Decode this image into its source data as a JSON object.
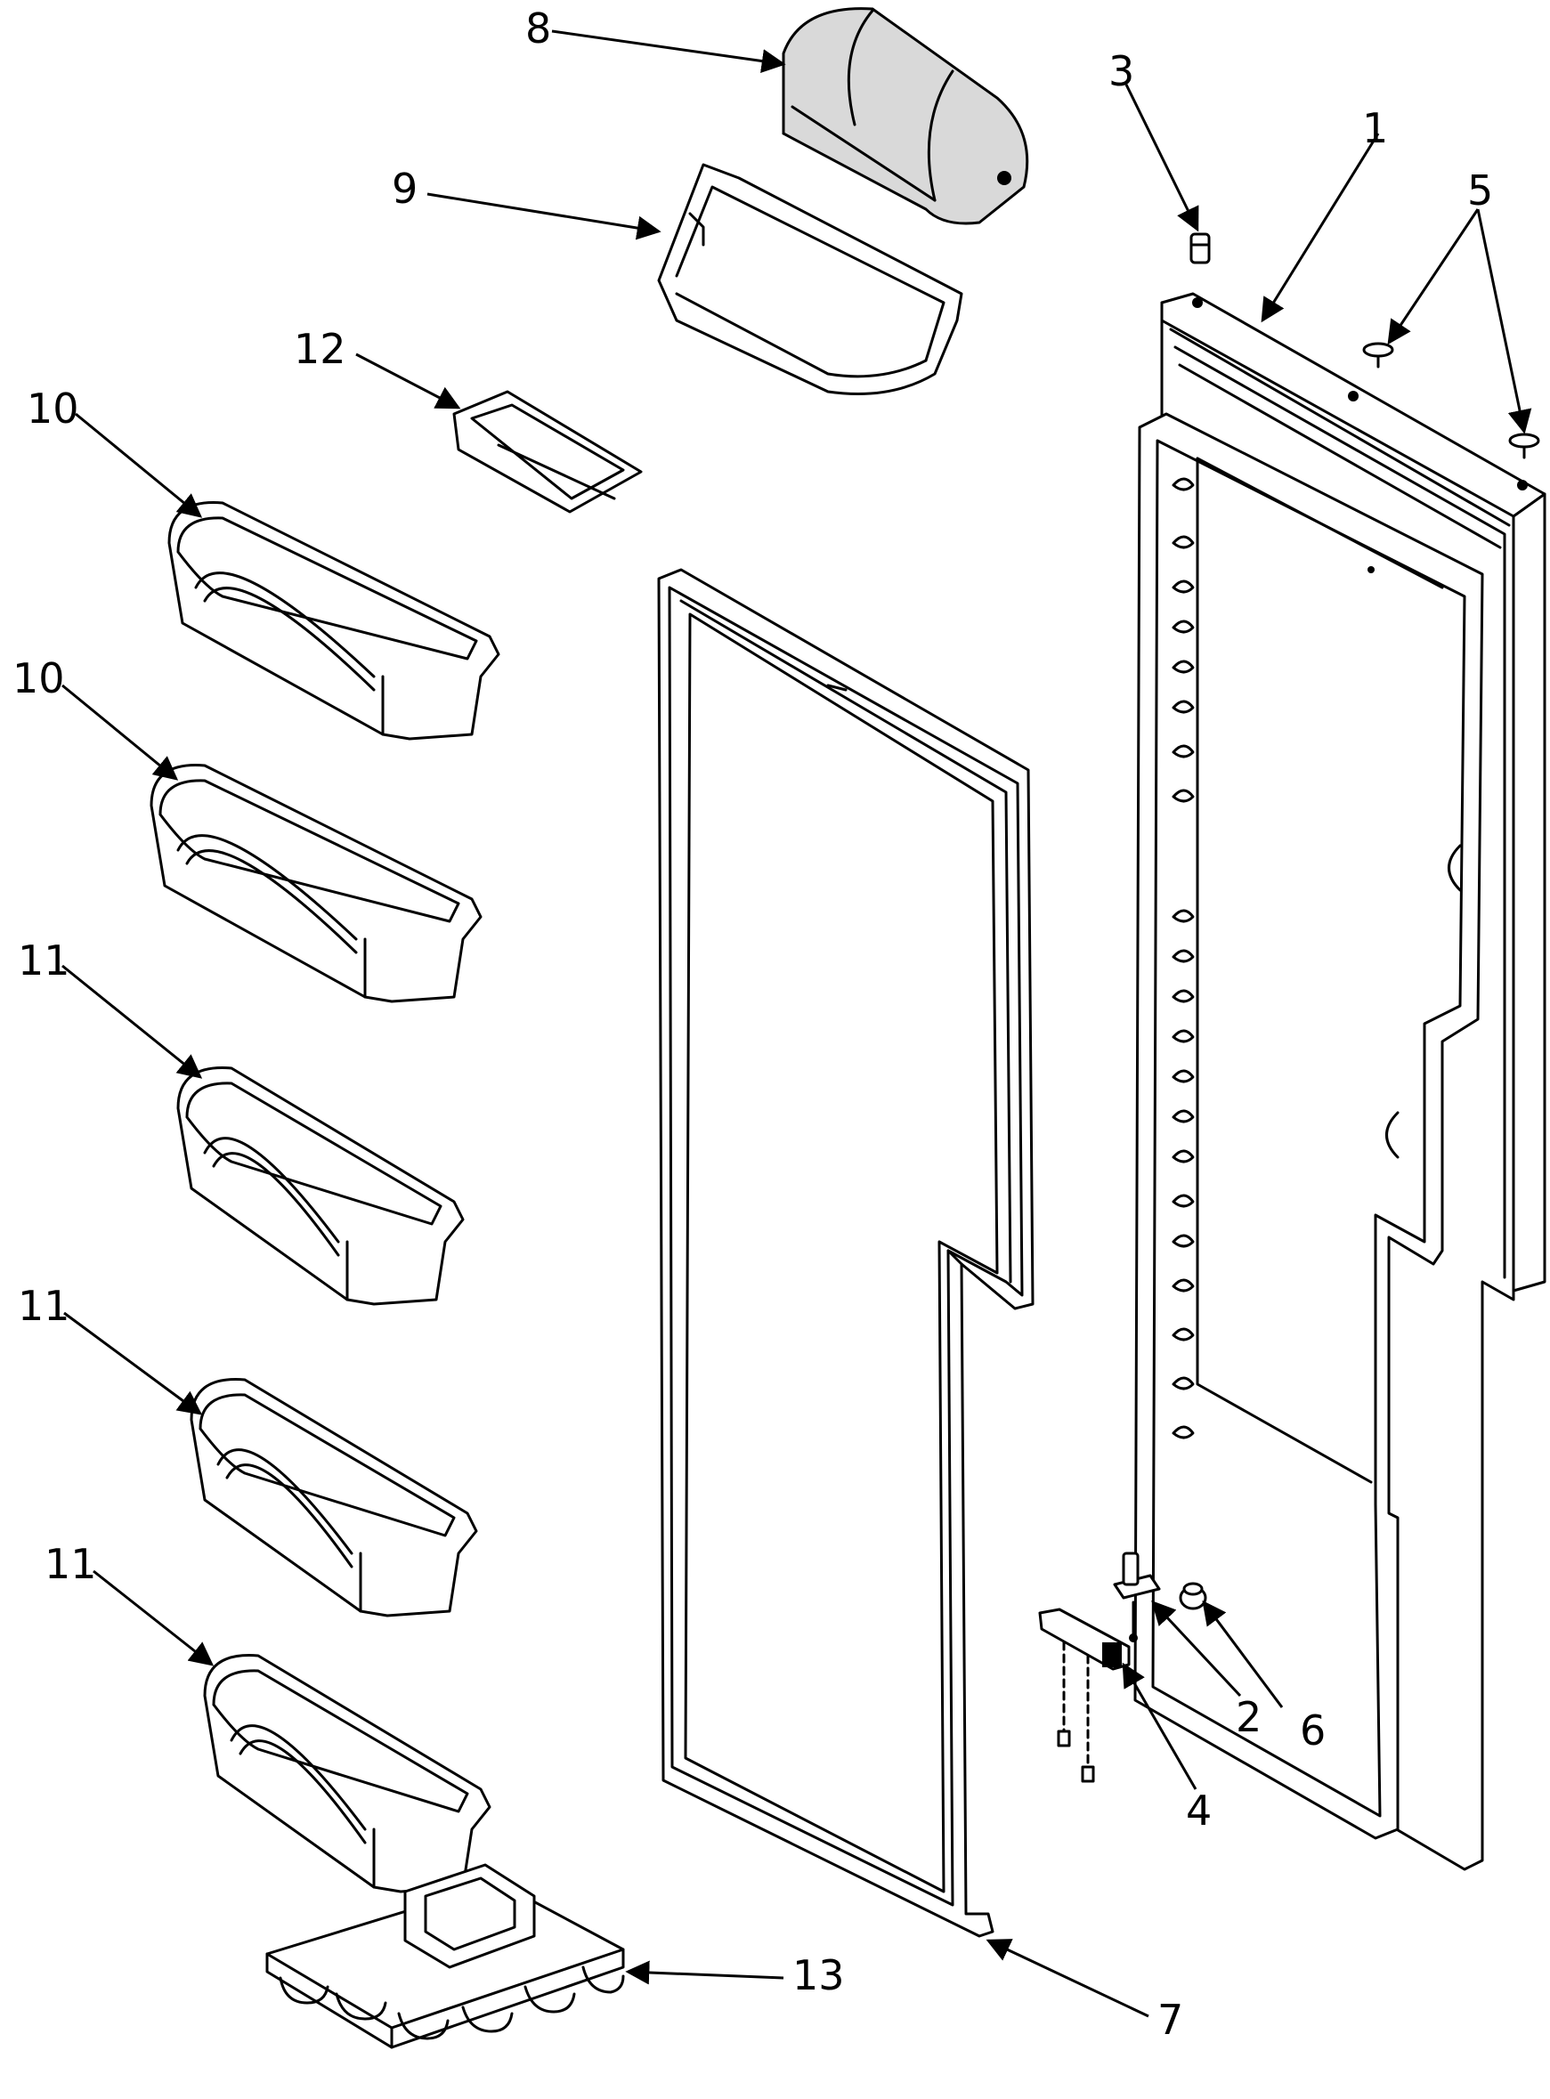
{
  "labels": {
    "l1": "1",
    "l2": "2",
    "l3": "3",
    "l4": "4",
    "l5": "5",
    "l6": "6",
    "l7": "7",
    "l8": "8",
    "l9": "9",
    "l10a": "10",
    "l10b": "10",
    "l11a": "11",
    "l11b": "11",
    "l11c": "11",
    "l12": "12",
    "l13": "13"
  },
  "colors": {
    "line": "#000000",
    "shade": "#d9d9d9",
    "background": "#ffffff"
  }
}
